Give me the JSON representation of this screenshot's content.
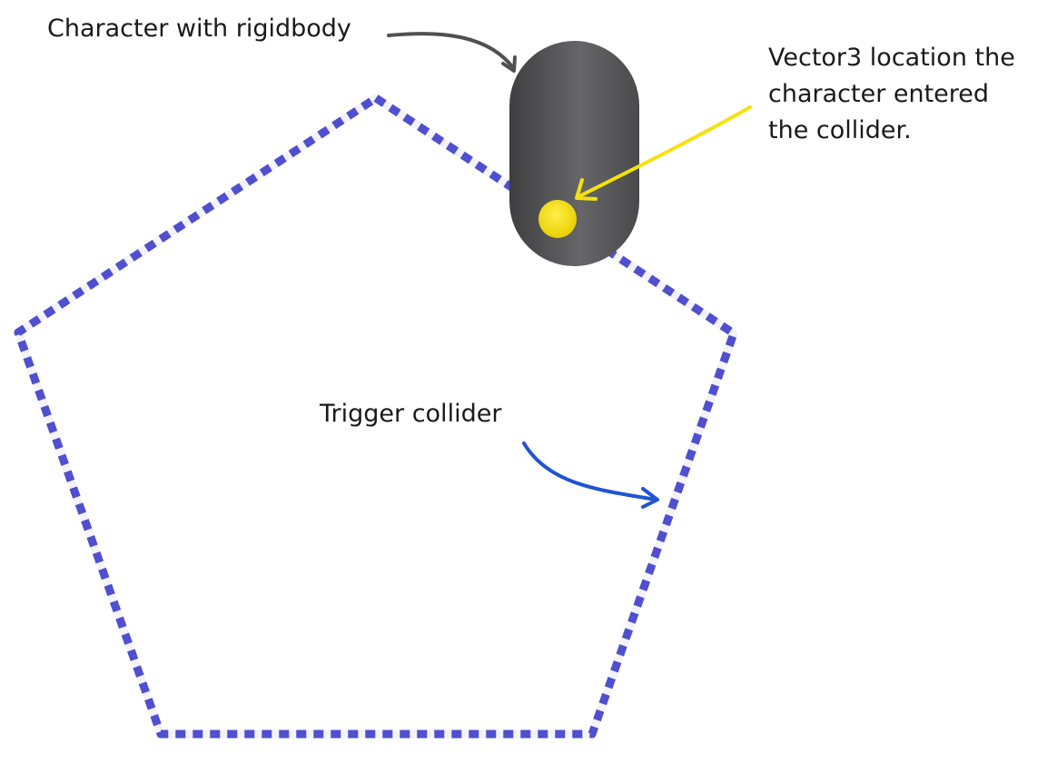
{
  "labels": {
    "character": "Character with rigidbody",
    "vector3_line1": "Vector3 location the",
    "vector3_line2": "character entered",
    "vector3_line3": "the  collider.",
    "trigger": "Trigger collider"
  },
  "colors": {
    "background": "#ffffff",
    "collider_dash": "#4f4fcf",
    "collider_stripe": "#f2f2f8",
    "character_body": "#5e5e60",
    "contact_point": "#f2dc1a",
    "arrow_character": "#505050",
    "arrow_vector3": "#f5e20e",
    "arrow_trigger": "#1f55d0",
    "text": "#1a1a1a"
  }
}
